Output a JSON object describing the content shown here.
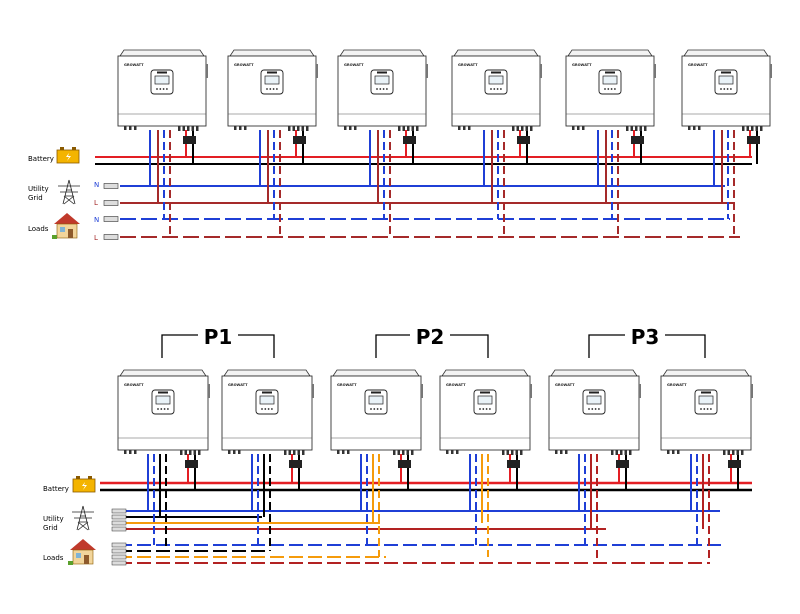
{
  "colors": {
    "battery_pos": "#e31e24",
    "battery_neg": "#000000",
    "neutral": "#1f3fd6",
    "line": "#a52a2a",
    "phase2": "#f59b0b",
    "phase3": "#b22222"
  },
  "inverter": {
    "brand": "GROWATT"
  },
  "diagram_top": {
    "labels": {
      "battery": "Battery",
      "utility": "Utility",
      "grid": "Grid",
      "loads": "Loads",
      "grid_n": "N",
      "grid_l": "L",
      "loads_n": "N",
      "loads_l": "L"
    },
    "icons": [
      "battery-icon",
      "transmission-tower-icon",
      "house-icon"
    ]
  },
  "diagram_bottom": {
    "labels": {
      "battery": "Battery",
      "utility": "Utility",
      "grid": "Grid",
      "loads": "Loads"
    },
    "groups": [
      "P1",
      "P2",
      "P3"
    ],
    "icons": [
      "battery-icon",
      "transmission-tower-icon",
      "house-icon"
    ]
  }
}
